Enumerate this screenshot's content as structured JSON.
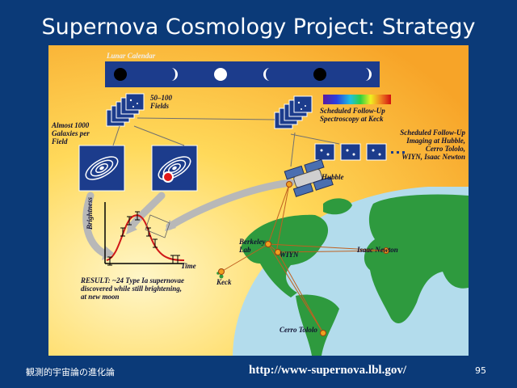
{
  "slide": {
    "title": "Supernova Cosmology Project: Strategy",
    "footer_left": "観測的宇宙論の進化論",
    "footer_url": "http://www-supernova.lbl.gov/",
    "page_number": "95"
  },
  "diagram": {
    "lunar_calendar": "Lunar Calendar",
    "fields": "50–100\nFields",
    "galaxies": "Almost 1000\nGalaxies per\nField",
    "spectroscopy": "Scheduled Follow-Up\nSpectroscopy at Keck",
    "imaging": "Scheduled Follow-Up\nImaging at Hubble,\nCerro Tololo,\nWIYN, Isaac Newton",
    "hubble": "Hubble",
    "ylabel": "Brightness",
    "xlabel": "Time",
    "result": "RESULT:  ~24 Type Ia supernovae\ndiscovered while still brightening,\nat new moon",
    "berkeley": "Berkeley\nLab",
    "wiyn": "WIYN",
    "keck": "Keck",
    "isaac_newton": "Isaac Newton",
    "cerro_tololo": "Cerro Tololo"
  }
}
